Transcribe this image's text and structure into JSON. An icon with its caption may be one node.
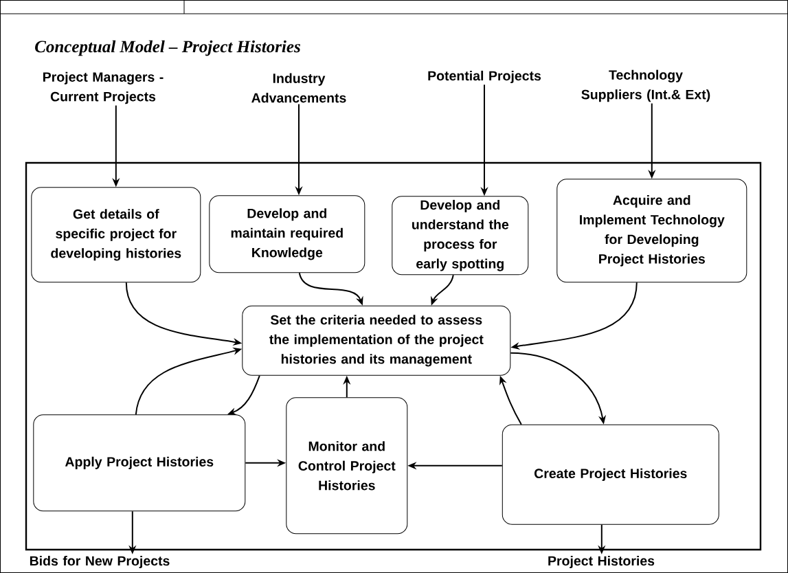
{
  "diagram": {
    "title": "Conceptual Model – Project Histories",
    "nodes": [
      {
        "text": [
          "Project Managers  - Current Projects"
        ]
      },
      {
        "text": [
          "Industry Advancements"
        ]
      },
      {
        "text": [
          "Potential Projects"
        ]
      },
      {
        "text": [
          "Technology Suppliers (Int.& Ext)"
        ]
      },
      {
        "text": [],
        "shape": "box"
      },
      {
        "text": [
          "Get details of specific project for developing histories"
        ],
        "in": 4
      },
      {
        "text": [
          "Develop and maintain required Knowledge"
        ],
        "in": 4
      },
      {
        "text": [
          "Develop and understand the process for early spotting"
        ],
        "in": 4
      },
      {
        "text": [
          "Acquire and Implement Technology for Developing Project Histories"
        ],
        "in": 4
      },
      {
        "text": [
          "Set the criteria needed to assess the implementation of the project histories and its management"
        ],
        "in": 4
      },
      {
        "text": [
          "Apply Project Histories"
        ],
        "in": 4
      },
      {
        "text": [
          "Monitor and Control Project Histories"
        ],
        "in": 4
      },
      {
        "text": [
          "Create Project Histories"
        ],
        "in": 4
      },
      {
        "text": [
          "Bids for New Projects"
        ]
      },
      {
        "text": [
          "Project Histories"
        ]
      }
    ],
    "edges": [
      {
        "from": 0,
        "to": 5,
        "arrow": "to"
      },
      {
        "from": 1,
        "to": 6,
        "arrow": "to"
      },
      {
        "from": 2,
        "to": 7,
        "arrow": "to"
      },
      {
        "from": 3,
        "to": 8,
        "arrow": "to"
      },
      {
        "from": 5,
        "to": 9,
        "arrow": "to"
      },
      {
        "from": 6,
        "to": 9,
        "arrow": "to"
      },
      {
        "from": 7,
        "to": 9,
        "arrow": "to"
      },
      {
        "from": 8,
        "to": 9,
        "arrow": "to"
      },
      {
        "from": 10,
        "to": 9,
        "arrow": "to"
      },
      {
        "from": 9,
        "to": 10,
        "arrow": "to"
      },
      {
        "from": 11,
        "to": 9,
        "arrow": "to"
      },
      {
        "from": 12,
        "to": 9,
        "arrow": "to"
      },
      {
        "from": 9,
        "to": 12,
        "arrow": "to"
      },
      {
        "from": 10,
        "to": 11,
        "arrow": "to"
      },
      {
        "from": 12,
        "to": 11,
        "arrow": "to"
      },
      {
        "from": 10,
        "to": 13,
        "arrow": "to"
      },
      {
        "from": 12,
        "to": 14,
        "arrow": "to"
      }
    ]
  }
}
